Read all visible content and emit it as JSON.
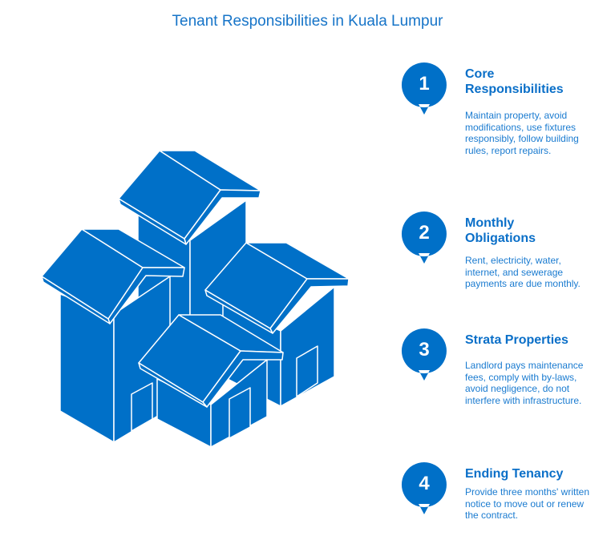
{
  "title": "Tenant Responsibilities in Kuala Lumpur",
  "accent_color": "#0070c8",
  "illustration": "isometric-houses-icon",
  "items": [
    {
      "number": "1",
      "heading": "Core Responsibilities",
      "body": "Maintain property, avoid modifications, use fixtures responsibly, follow building rules, report repairs."
    },
    {
      "number": "2",
      "heading": "Monthly Obligations",
      "body": "Rent, electricity, water, internet, and sewerage payments are due monthly."
    },
    {
      "number": "3",
      "heading": "Strata Properties",
      "body": "Landlord pays maintenance fees, comply with by-laws, avoid negligence, do not interfere with infrastructure."
    },
    {
      "number": "4",
      "heading": "Ending Tenancy",
      "body": "Provide three months' written notice to move out or renew the contract."
    }
  ]
}
